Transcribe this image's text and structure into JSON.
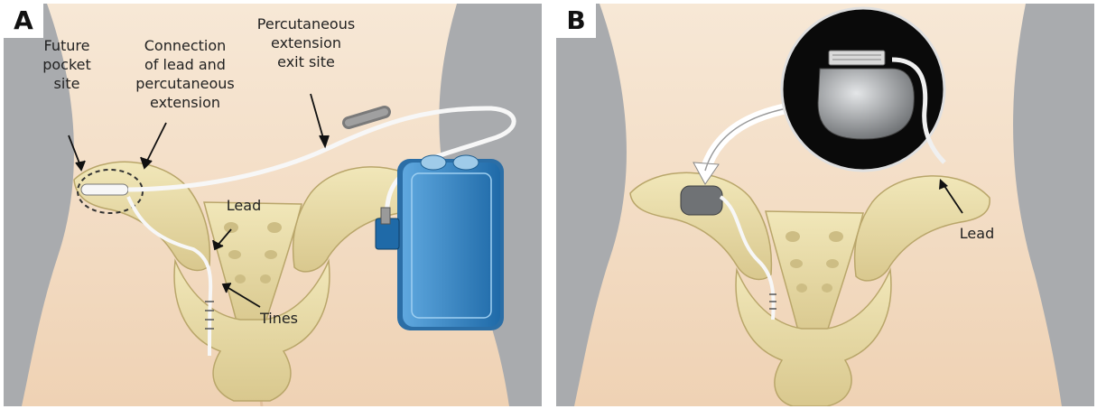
{
  "panels": [
    {
      "letter": "A",
      "labels": {
        "future_pocket_1": "Future",
        "future_pocket_2": "pocket",
        "future_pocket_3": "site",
        "connection_1": "Connection",
        "connection_2": "of lead and",
        "connection_3": "percutaneous",
        "connection_4": "extension",
        "exit_1": "Percutaneous",
        "exit_2": "extension",
        "exit_3": "exit site",
        "lead": "Lead",
        "tines": "Tines"
      }
    },
    {
      "letter": "B",
      "labels": {
        "lead": "Lead"
      }
    }
  ],
  "colors": {
    "background": "#a9abae",
    "skin": "#f2dcc3",
    "bone": "#e8dca8",
    "bone_shadow": "#cdbd84",
    "wire": "#f7f7f7",
    "external_device": "#2d7fc1",
    "implant": "#8a8d90"
  }
}
